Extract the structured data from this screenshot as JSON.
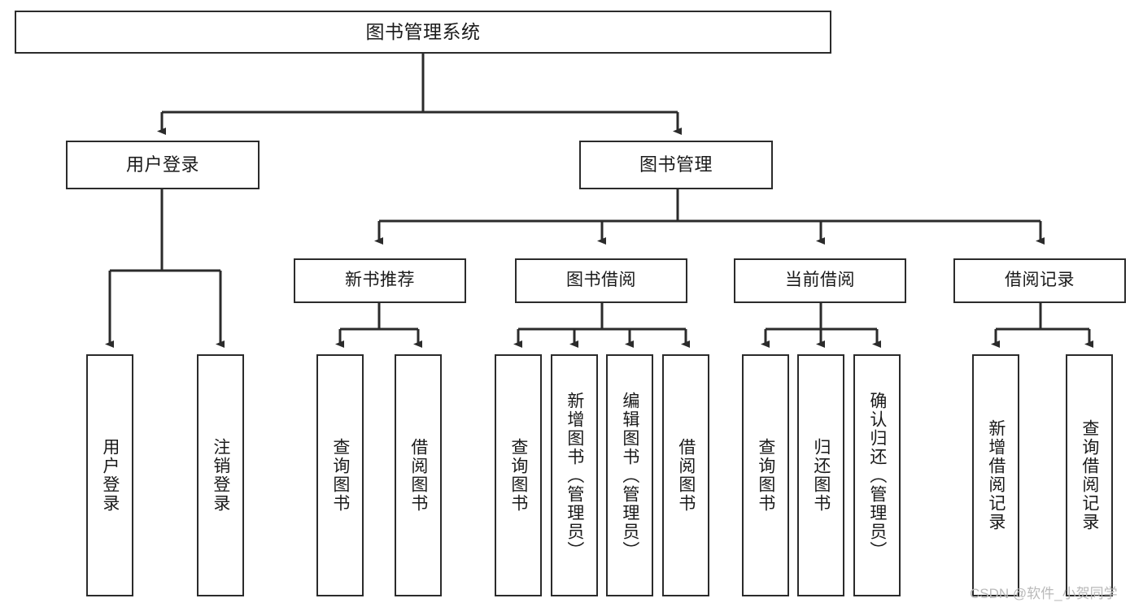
{
  "diagram": {
    "title": "图书管理系统",
    "type": "tree-hierarchy-chart",
    "colors": {
      "box_stroke": "#2b2b2b",
      "box_fill": "#ffffff",
      "connector": "#2b2b2b",
      "text": "#1a1a1a",
      "watermark": "#b9b9b9"
    },
    "nodes": {
      "root": {
        "label": "图书管理系统"
      },
      "level1": [
        {
          "label": "用户登录"
        },
        {
          "label": "图书管理"
        }
      ],
      "level2": [
        {
          "label": "新书推荐"
        },
        {
          "label": "图书借阅"
        },
        {
          "label": "当前借阅"
        },
        {
          "label": "借阅记录"
        }
      ],
      "leaves": {
        "user_login": [
          {
            "label": "用户登录"
          },
          {
            "label": "注销登录"
          }
        ],
        "new_book_recommend": [
          {
            "label": "查询图书"
          },
          {
            "label": "借阅图书"
          }
        ],
        "book_borrow": [
          {
            "label": "查询图书"
          },
          {
            "label": "新增图书（管理员）"
          },
          {
            "label": "编辑图书（管理员）"
          },
          {
            "label": "借阅图书"
          }
        ],
        "current_borrow": [
          {
            "label": "查询图书"
          },
          {
            "label": "归还图书"
          },
          {
            "label": "确认归还（管理员）"
          }
        ],
        "borrow_record": [
          {
            "label": "新增借阅记录"
          },
          {
            "label": "查询借阅记录"
          }
        ]
      }
    }
  },
  "watermark": {
    "text": "CSDN @软件_小贺同学"
  }
}
